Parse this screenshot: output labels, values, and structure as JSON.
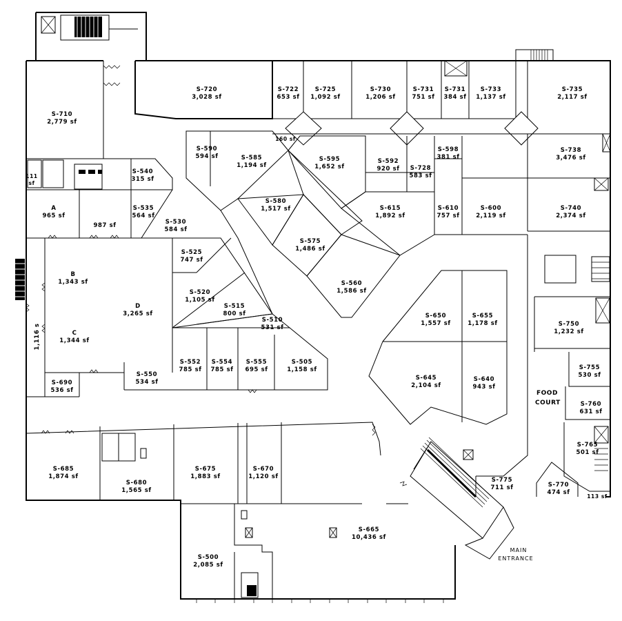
{
  "units": [
    {
      "id": "S-710",
      "area": "2,779 sf"
    },
    {
      "id": "S-720",
      "area": "3,028 sf"
    },
    {
      "id": "S-722",
      "area": "653 sf"
    },
    {
      "id": "S-725",
      "area": "1,092 sf"
    },
    {
      "id": "S-730",
      "area": "1,206 sf"
    },
    {
      "id": "S-731",
      "area": "751 sf",
      "key": "S-731a"
    },
    {
      "id": "S-731",
      "area": "384 sf",
      "key": "S-731b"
    },
    {
      "id": "S-733",
      "area": "1,137 sf"
    },
    {
      "id": "S-735",
      "area": "2,117 sf"
    },
    {
      "id": "S-590",
      "area": "594 sf"
    },
    {
      "id": "S-585",
      "area": "1,194 sf"
    },
    {
      "id": "S-595",
      "area": "1,652 sf"
    },
    {
      "id": "S-592",
      "area": "920 sf"
    },
    {
      "id": "S-728",
      "area": "583 sf"
    },
    {
      "id": "S-598",
      "area": "381 sf"
    },
    {
      "id": "S-738",
      "area": "3,476 sf"
    },
    {
      "id": "S-540",
      "area": "315 sf"
    },
    {
      "id": "S-535",
      "area": "564 sf"
    },
    {
      "id": "S-530",
      "area": "584 sf"
    },
    {
      "id": "S-580",
      "area": "1,517 sf"
    },
    {
      "id": "S-615",
      "area": "1,892 sf"
    },
    {
      "id": "S-610",
      "area": "757 sf"
    },
    {
      "id": "S-600",
      "area": "2,119 sf"
    },
    {
      "id": "S-740",
      "area": "2,374 sf"
    },
    {
      "id": "A",
      "area": "965 sf"
    },
    {
      "id": "",
      "area": "987 sf",
      "key": "unit-987"
    },
    {
      "id": "S-525",
      "area": "747 sf"
    },
    {
      "id": "S-575",
      "area": "1,486 sf"
    },
    {
      "id": "B",
      "area": "1,343 sf"
    },
    {
      "id": "S-560",
      "area": "1,586 sf"
    },
    {
      "id": "S-520",
      "area": "1,105 sf"
    },
    {
      "id": "S-515",
      "area": "800 sf"
    },
    {
      "id": "D",
      "area": "3,265 sf"
    },
    {
      "id": "S-510",
      "area": "531 sf"
    },
    {
      "id": "S-650",
      "area": "1,557 sf"
    },
    {
      "id": "S-655",
      "area": "1,178 sf"
    },
    {
      "id": "S-750",
      "area": "1,232 sf"
    },
    {
      "id": "C",
      "area": "1,344 sf"
    },
    {
      "id": "S-552",
      "area": "785 sf"
    },
    {
      "id": "S-554",
      "area": "785 sf"
    },
    {
      "id": "S-555",
      "area": "695 sf"
    },
    {
      "id": "S-505",
      "area": "1,158 sf"
    },
    {
      "id": "S-550",
      "area": "534 sf"
    },
    {
      "id": "S-690",
      "area": "536 sf"
    },
    {
      "id": "S-645",
      "area": "2,104 sf"
    },
    {
      "id": "S-640",
      "area": "943 sf"
    },
    {
      "id": "S-755",
      "area": "530 sf"
    },
    {
      "id": "S-760",
      "area": "631 sf"
    },
    {
      "id": "S-765",
      "area": "501 sf"
    },
    {
      "id": "S-685",
      "area": "1,874 sf"
    },
    {
      "id": "S-680",
      "area": "1,565 sf"
    },
    {
      "id": "S-675",
      "area": "1,883 sf"
    },
    {
      "id": "S-670",
      "area": "1,120 sf"
    },
    {
      "id": "S-775",
      "area": "711 sf"
    },
    {
      "id": "S-770",
      "area": "474 sf"
    },
    {
      "id": "S-665",
      "area": "10,436 sf"
    },
    {
      "id": "S-500",
      "area": "2,085 sf"
    }
  ],
  "small_labels": {
    "unit_160": "160 sf",
    "unit_111": "111",
    "unit_111_sf": "sf",
    "unit_1116": "1,116 s",
    "unit_113": "113 sf"
  },
  "food_court": {
    "line1": "FOOD",
    "line2": "COURT"
  },
  "main_entrance": {
    "line1": "MAIN",
    "line2": "ENTRANCE"
  }
}
